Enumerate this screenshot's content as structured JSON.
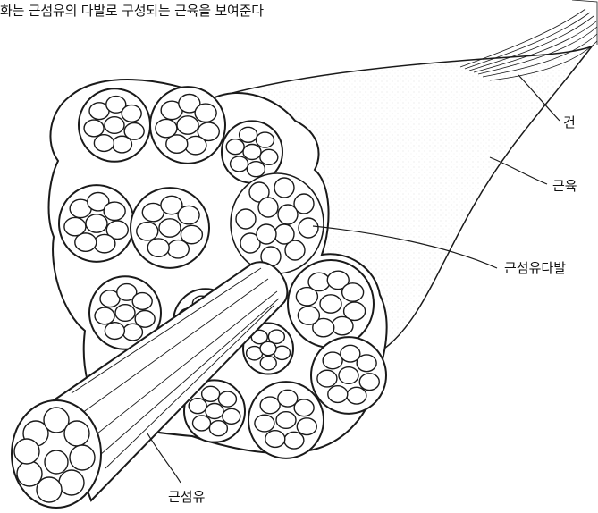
{
  "diagram": {
    "title": "화는 근섬유의 다발로 구성되는 근육을 보여준다",
    "labels": {
      "tendon": "건",
      "muscle": "근육",
      "fascicle": "근섬유다발",
      "fiber": "근섬유"
    },
    "colors": {
      "line": "#1a1a1a",
      "background": "#ffffff",
      "stipple": "#777777"
    }
  }
}
